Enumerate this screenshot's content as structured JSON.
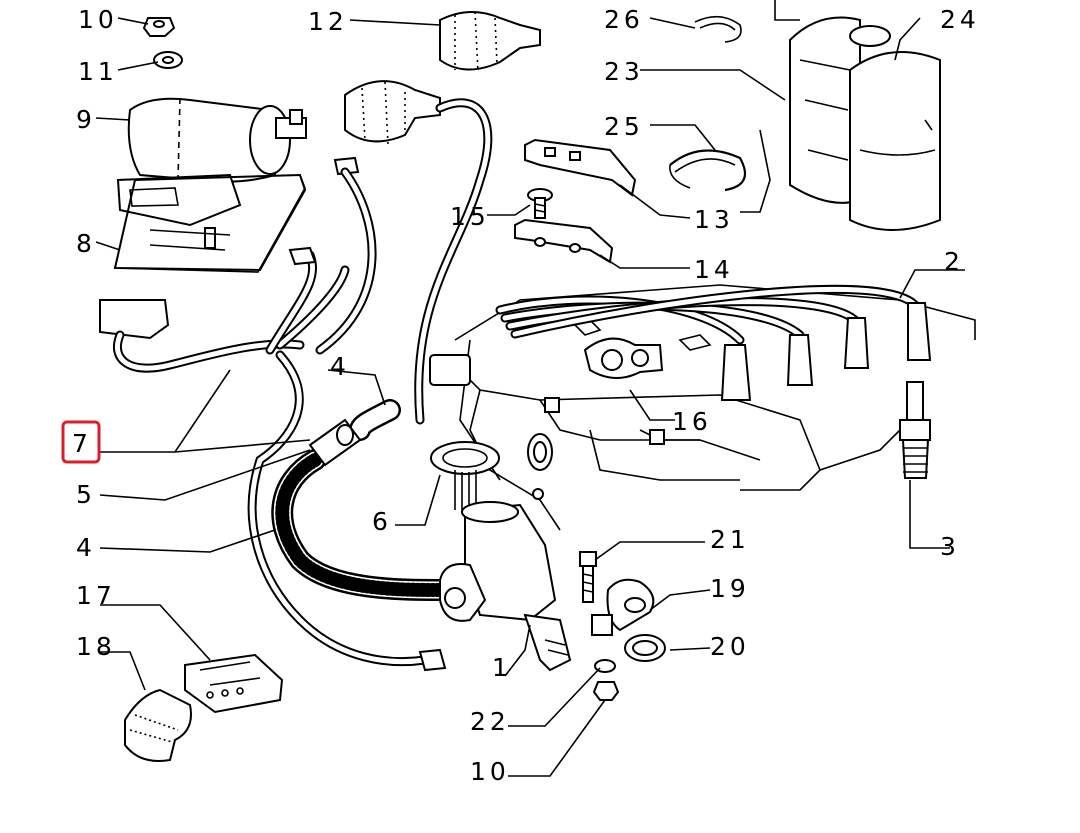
{
  "diagram": {
    "highlight_color": "#d9202a",
    "highlighted_callout": "7",
    "callouts": {
      "c10a": "10",
      "c11": "11",
      "c9": "9",
      "c8": "8",
      "c12": "12",
      "c26": "26",
      "c24": "24",
      "c23": "23",
      "c25": "25",
      "c13": "13",
      "c15": "15",
      "c14": "14",
      "c2": "2",
      "c16": "16",
      "c3": "3",
      "c4a": "4",
      "c7": "7",
      "c5": "5",
      "c6": "6",
      "c4b": "4",
      "c21": "21",
      "c19": "19",
      "c20": "20",
      "c17": "17",
      "c18": "18",
      "c1": "1",
      "c22": "22",
      "c10b": "10"
    }
  }
}
